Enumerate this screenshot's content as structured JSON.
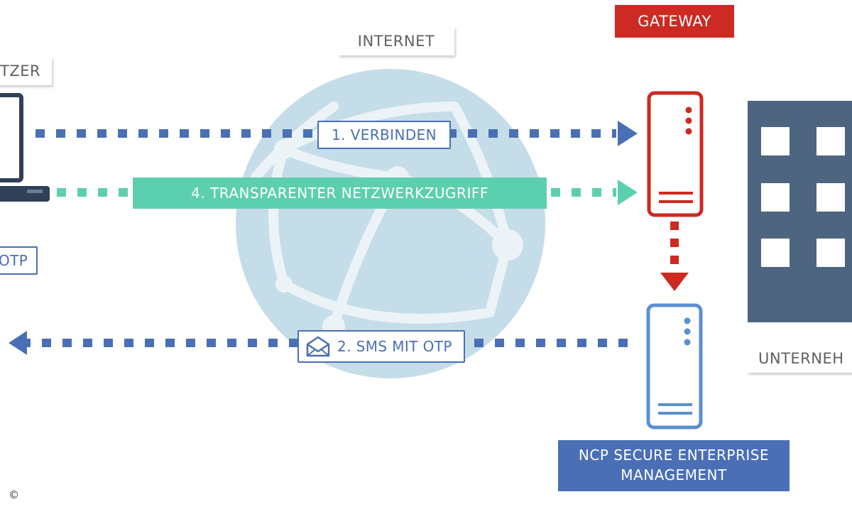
{
  "labels": {
    "user": "TZER",
    "internet": "INTERNET",
    "gateway": "GATEWAY",
    "company": "UNTERNEH",
    "otp": "OTP",
    "management_line1": "NCP SECURE ENTERPRISE",
    "management_line2": "MANAGEMENT",
    "copyright": "©"
  },
  "steps": {
    "connect": "1. VERBINDEN",
    "sms": "2. SMS MIT OTP",
    "access": "4. TRANSPARENTER NETZWERKZUGRIFF"
  },
  "colors": {
    "blue": "#4a6fb5",
    "teal": "#5ccfae",
    "red": "#cc2a22",
    "globe": "#c5dde8",
    "building": "#4e6581"
  }
}
